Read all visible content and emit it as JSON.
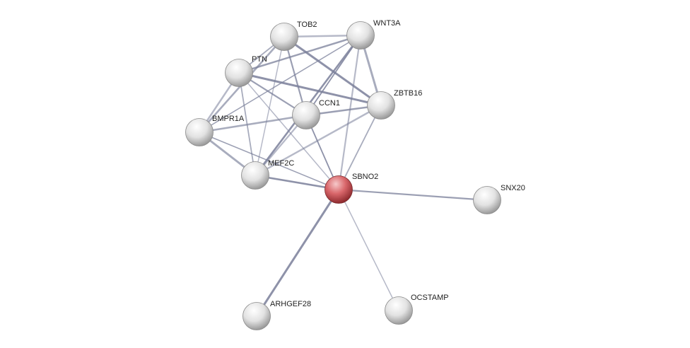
{
  "network": {
    "query_node": "SBNO2",
    "colors": {
      "query": "#d9676b",
      "other": "#d8d8d8",
      "edge": "#7a7f9a"
    },
    "nodes": [
      {
        "id": "TOB2",
        "label": "TOB2"
      },
      {
        "id": "WNT3A",
        "label": "WNT3A"
      },
      {
        "id": "PTN",
        "label": "PTN"
      },
      {
        "id": "ZBTB16",
        "label": "ZBTB16"
      },
      {
        "id": "CCN1",
        "label": "CCN1"
      },
      {
        "id": "BMPR1A",
        "label": "BMPR1A"
      },
      {
        "id": "MEF2C",
        "label": "MEF2C"
      },
      {
        "id": "SBNO2",
        "label": "SBNO2"
      },
      {
        "id": "SNX20",
        "label": "SNX20"
      },
      {
        "id": "ARHGEF28",
        "label": "ARHGEF28"
      },
      {
        "id": "OCSTAMP",
        "label": "OCSTAMP"
      }
    ],
    "edges": [
      [
        "TOB2",
        "WNT3A"
      ],
      [
        "TOB2",
        "PTN"
      ],
      [
        "TOB2",
        "CCN1"
      ],
      [
        "TOB2",
        "ZBTB16"
      ],
      [
        "TOB2",
        "MEF2C"
      ],
      [
        "TOB2",
        "BMPR1A"
      ],
      [
        "WNT3A",
        "PTN"
      ],
      [
        "WNT3A",
        "CCN1"
      ],
      [
        "WNT3A",
        "SBNO2"
      ],
      [
        "WNT3A",
        "ZBTB16"
      ],
      [
        "WNT3A",
        "BMPR1A"
      ],
      [
        "WNT3A",
        "MEF2C"
      ],
      [
        "PTN",
        "BMPR1A"
      ],
      [
        "PTN",
        "MEF2C"
      ],
      [
        "PTN",
        "CCN1"
      ],
      [
        "PTN",
        "ZBTB16"
      ],
      [
        "PTN",
        "SBNO2"
      ],
      [
        "CCN1",
        "BMPR1A"
      ],
      [
        "CCN1",
        "ZBTB16"
      ],
      [
        "CCN1",
        "SBNO2"
      ],
      [
        "CCN1",
        "MEF2C"
      ],
      [
        "BMPR1A",
        "MEF2C"
      ],
      [
        "BMPR1A",
        "SBNO2"
      ],
      [
        "MEF2C",
        "SBNO2"
      ],
      [
        "MEF2C",
        "ZBTB16"
      ],
      [
        "ZBTB16",
        "SBNO2"
      ],
      [
        "SBNO2",
        "SNX20"
      ],
      [
        "SBNO2",
        "ARHGEF28"
      ],
      [
        "SBNO2",
        "OCSTAMP"
      ]
    ]
  }
}
